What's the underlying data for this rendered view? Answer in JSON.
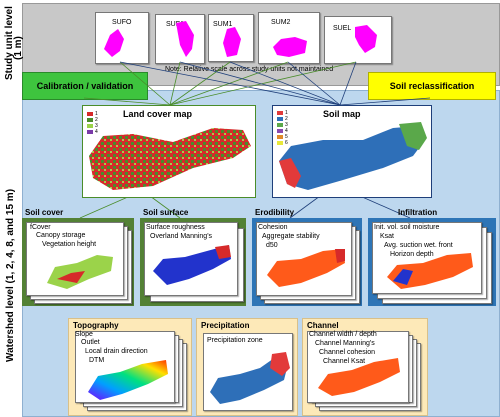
{
  "labels": {
    "study_unit_level": "Study unit level",
    "study_unit_res": "(1 m)",
    "watershed_level": "Watershed level (1, 2, 4, 8, and 15 m)"
  },
  "study_units": [
    "SUFO",
    "SUFA",
    "SUM1",
    "SUM2",
    "SUEL"
  ],
  "note": "Note: Relative scale across study units not maintained",
  "calibration": "Calibration / validation",
  "soil_reclass": "Soil reclassification",
  "land_cover_map": {
    "title": "Land cover map",
    "legend": [
      "1",
      "2",
      "3",
      "4"
    ],
    "legend_colors": [
      "#d62a2a",
      "#4a8c2a",
      "#9bd34a",
      "#7a3aa8"
    ]
  },
  "soil_map": {
    "title": "Soil map",
    "legend": [
      "1",
      "2",
      "3",
      "4",
      "5",
      "6"
    ],
    "legend_colors": [
      "#e23a3a",
      "#2e6fb8",
      "#5aa84a",
      "#8a4ab0",
      "#e08a2a",
      "#e8e83a"
    ]
  },
  "groups": {
    "soil_cover": {
      "title": "Soil cover",
      "items": [
        "fCover",
        "Canopy storage",
        "Vegetation height"
      ]
    },
    "soil_surface": {
      "title": "Soil surface",
      "items": [
        "Surface roughness",
        "Overland Manning's"
      ]
    },
    "erodibility": {
      "title": "Erodibility",
      "items": [
        "Cohesion",
        "Aggregate stability",
        "d50"
      ]
    },
    "infiltration": {
      "title": "Infiltration",
      "items": [
        "Init. vol. soil moisture",
        "Ksat",
        "Avg. suction wet. front",
        "Horizon depth"
      ]
    },
    "topography": {
      "title": "Topography",
      "items": [
        "Slope",
        "Outlet",
        "Local drain direction",
        "DTM"
      ]
    },
    "precipitation": {
      "title": "Precipitation",
      "items": [
        "Precipitation zone"
      ]
    },
    "channel": {
      "title": "Channel",
      "items": [
        "Channel width / depth",
        "Channel Manning's",
        "Channel cohesion",
        "Channel Ksat"
      ]
    }
  },
  "colors": {
    "study_band": "#c8c8c8",
    "watershed_band": "#bdd7ee",
    "green_panel": "#538135",
    "blue_panel": "#2e75b6",
    "tan_panel": "#fde9b8",
    "calibration_fill": "#3ec43e",
    "reclass_fill": "#ffff00",
    "study_magenta": "#ff00ff"
  }
}
